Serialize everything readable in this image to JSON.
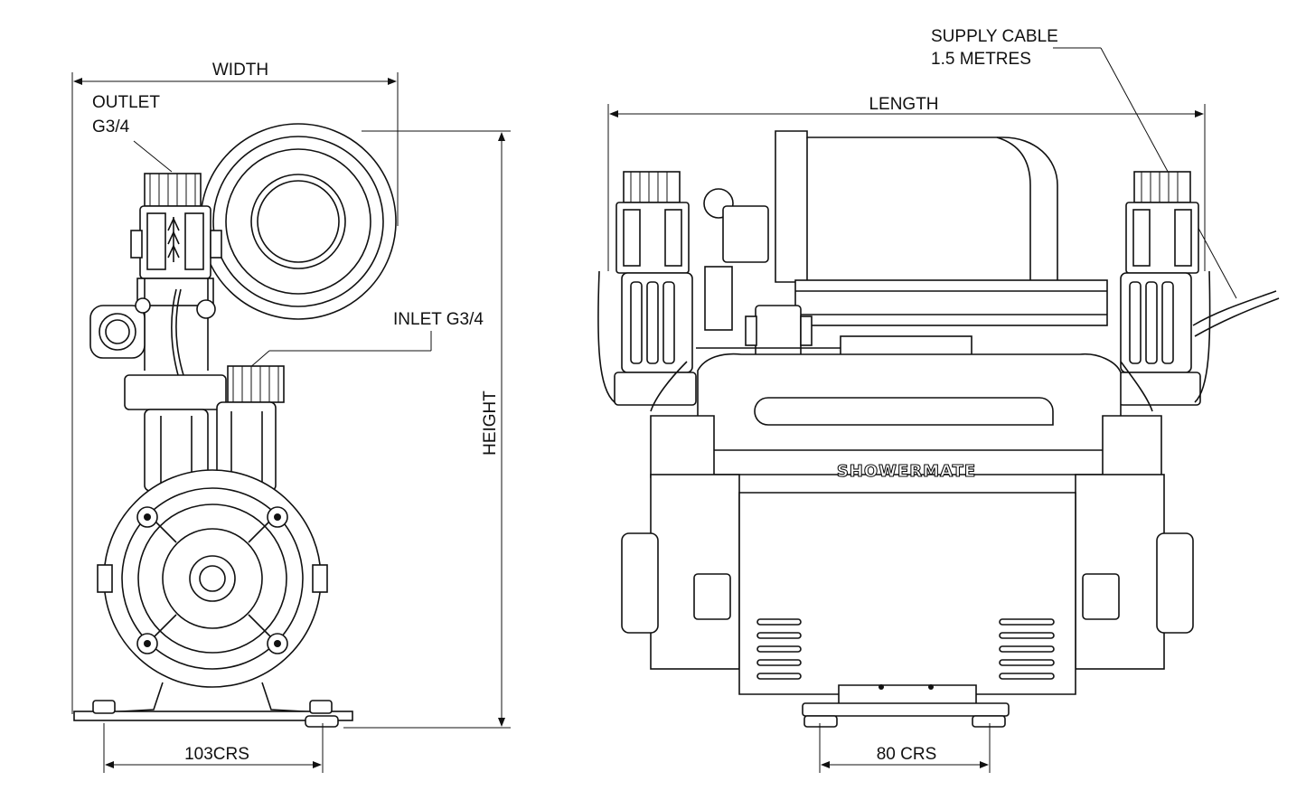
{
  "front_view": {
    "width_label": "WIDTH",
    "height_label": "HEIGHT",
    "outlet_label_line1": "OUTLET",
    "outlet_label_line2": "G3/4",
    "inlet_label": "INLET G3/4",
    "foot_spacing_label": "103CRS"
  },
  "side_view": {
    "length_label": "LENGTH",
    "cable_label_line1": "SUPPLY CABLE",
    "cable_label_line2": "1.5 METRES",
    "brand_text": "SHOWERMATE",
    "foot_spacing_label": "80 CRS"
  }
}
